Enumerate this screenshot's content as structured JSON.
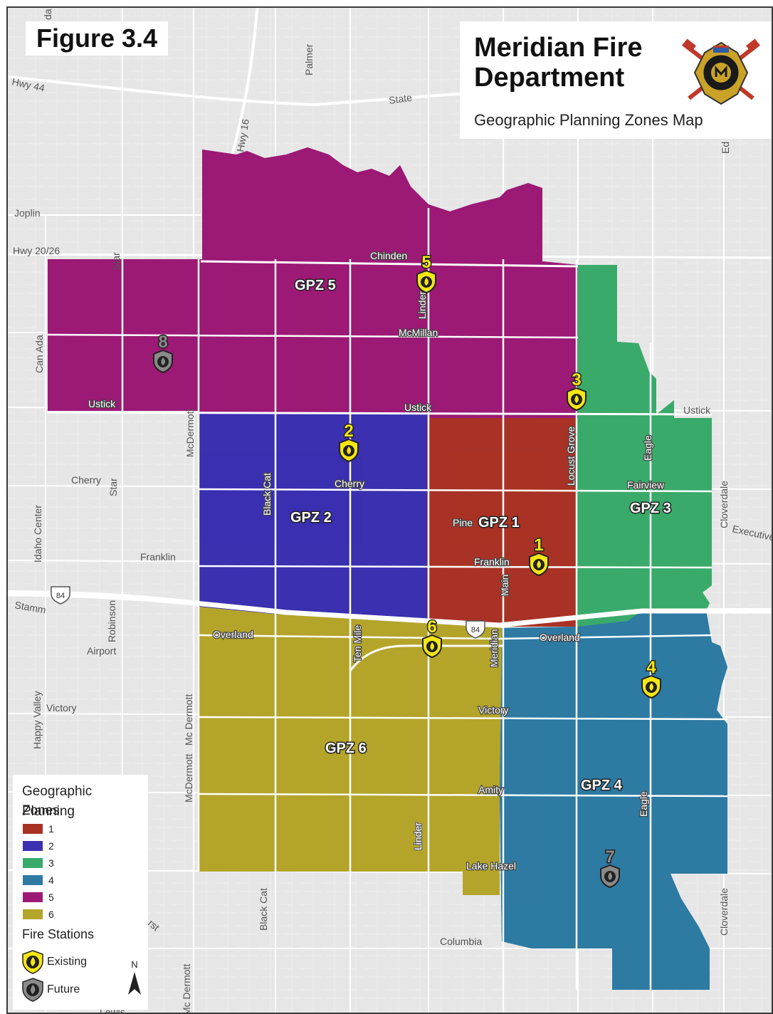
{
  "figure_label": "Figure 3.4",
  "title": "Meridian Fire Department",
  "subtitle": "Geographic Planning Zones Map",
  "zones": [
    {
      "id": "1",
      "label": "GPZ 1",
      "color": "#a93226"
    },
    {
      "id": "2",
      "label": "GPZ 2",
      "color": "#3a30b0"
    },
    {
      "id": "3",
      "label": "GPZ 3",
      "color": "#3aaa6a"
    },
    {
      "id": "4",
      "label": "GPZ 4",
      "color": "#2e7aa3"
    },
    {
      "id": "5",
      "label": "GPZ 5",
      "color": "#9c1a75"
    },
    {
      "id": "6",
      "label": "GPZ 6",
      "color": "#b4a52a"
    }
  ],
  "stations": [
    {
      "number": "1",
      "status": "existing"
    },
    {
      "number": "2",
      "status": "existing"
    },
    {
      "number": "3",
      "status": "existing"
    },
    {
      "number": "4",
      "status": "existing"
    },
    {
      "number": "5",
      "status": "existing"
    },
    {
      "number": "6",
      "status": "existing"
    },
    {
      "number": "7",
      "status": "future"
    },
    {
      "number": "8",
      "status": "future"
    }
  ],
  "roads_outside": [
    "Hwy 44",
    "State",
    "Palmer",
    "Hwy 16",
    "Joplin",
    "Hwy 20/26",
    "Star",
    "Can Ada",
    "McDermott",
    "Cherry",
    "Star",
    "Idaho Center",
    "Franklin",
    "Stamm",
    "Robinson",
    "Airport",
    "Happy Valley",
    "Victory",
    "Mc Dermott",
    "McDermott",
    "Black Cat",
    "Columbia",
    "Cloverdale",
    "Ustick",
    "Cloverdale",
    "Executive",
    "Ed",
    "84",
    "Mc Dermott",
    "Lewis",
    "da",
    "rst"
  ],
  "roads_on_zones": [
    "Chinden",
    "McMillan",
    "Ustick",
    "Ustick",
    "Linder",
    "Black Cat",
    "Cherry",
    "Pine",
    "Franklin",
    "Main",
    "Locust Grove",
    "Eagle",
    "Fairview",
    "Overland",
    "Overland",
    "Ten Mile",
    "Meridian",
    "84",
    "Victory",
    "Amity",
    "Lake Hazel",
    "Linder",
    "Eagle",
    "Mc Dermott"
  ],
  "legend": {
    "zones_title_line1": "Geographic Planning",
    "zones_title_line2": "Zones",
    "stations_title": "Fire Stations",
    "existing_label": "Existing",
    "future_label": "Future",
    "north_label": "N"
  },
  "colors": {
    "existing_station": "#f5e616",
    "future_station": "#8a8a8a",
    "background": "#e6e6e6",
    "road": "#ffffff"
  },
  "icons": {
    "station": "shield-flame-icon",
    "north": "north-arrow-icon",
    "logo": "fire-department-badge-icon",
    "interstate": "interstate-shield-icon"
  }
}
